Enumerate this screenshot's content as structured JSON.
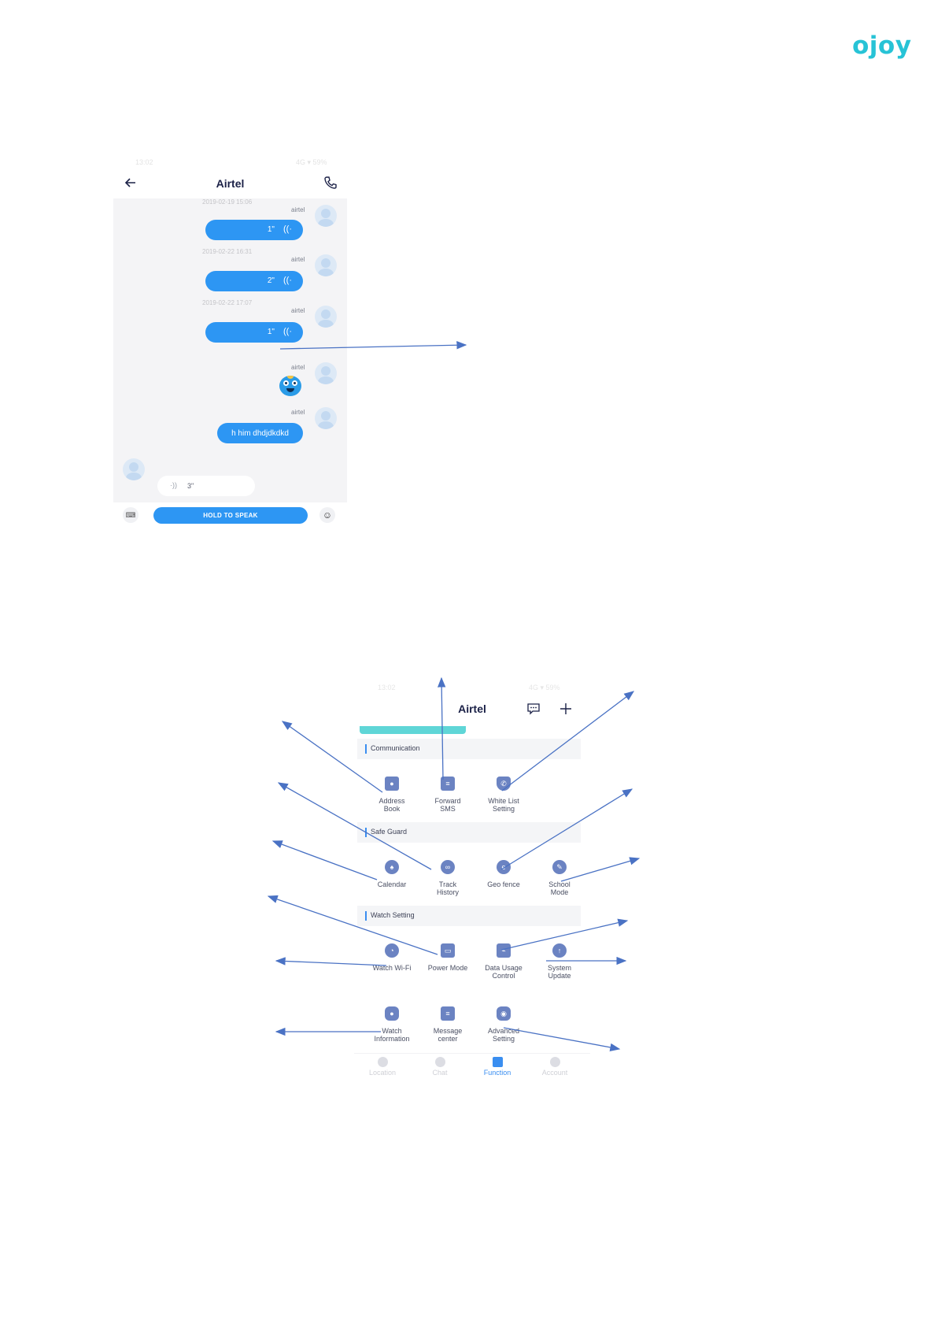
{
  "brand": {
    "logo": "ojoy"
  },
  "chat_screen": {
    "status_left": "13:02",
    "status_right": "4G ▾ 59%",
    "title": "Airtel",
    "messages": [
      {
        "time": "2019-02-19 15:06",
        "sender": "airtel",
        "duration": "1\""
      },
      {
        "time": "2019-02-22 16:31",
        "sender": "airtel",
        "duration": "2\""
      },
      {
        "time": "2019-02-22 17:07",
        "sender": "airtel",
        "duration": "1\""
      },
      {
        "sender": "airtel",
        "kind": "emoji"
      },
      {
        "sender": "airtel",
        "text": "h him dhdjdkdkd"
      }
    ],
    "incoming_duration": "3\"",
    "keyboard_icon": "keyboard-icon",
    "hold_to_speak": "HOLD TO SPEAK",
    "emoji_icon": "smiley-icon"
  },
  "function_screen": {
    "status_left": "13:02",
    "status_right": "4G ▾ 59%",
    "title": "Airtel",
    "sections": [
      {
        "label": "Communication",
        "items": [
          "Address\nBook",
          "Forward\nSMS",
          "White List\nSetting"
        ]
      },
      {
        "label": "Safe Guard",
        "items": [
          "Calendar",
          "Track\nHistory",
          "Geo fence",
          "School\nMode"
        ]
      },
      {
        "label": "Watch Setting",
        "items": [
          "Watch Wi-Fi",
          "Power Mode",
          "Data Usage\nControl",
          "System\nUpdate"
        ]
      },
      {
        "label": "",
        "items": [
          "Watch\nInformation",
          "Message\ncenter",
          "Advanced\nSetting"
        ]
      }
    ],
    "tabs": [
      "Location",
      "Chat",
      "Function",
      "Account"
    ],
    "active_tab": "Function"
  },
  "colors": {
    "brand": "#27c3d6",
    "primary": "#2d96f3",
    "icon": "#6b83c2",
    "arrow": "#4a72c4"
  }
}
